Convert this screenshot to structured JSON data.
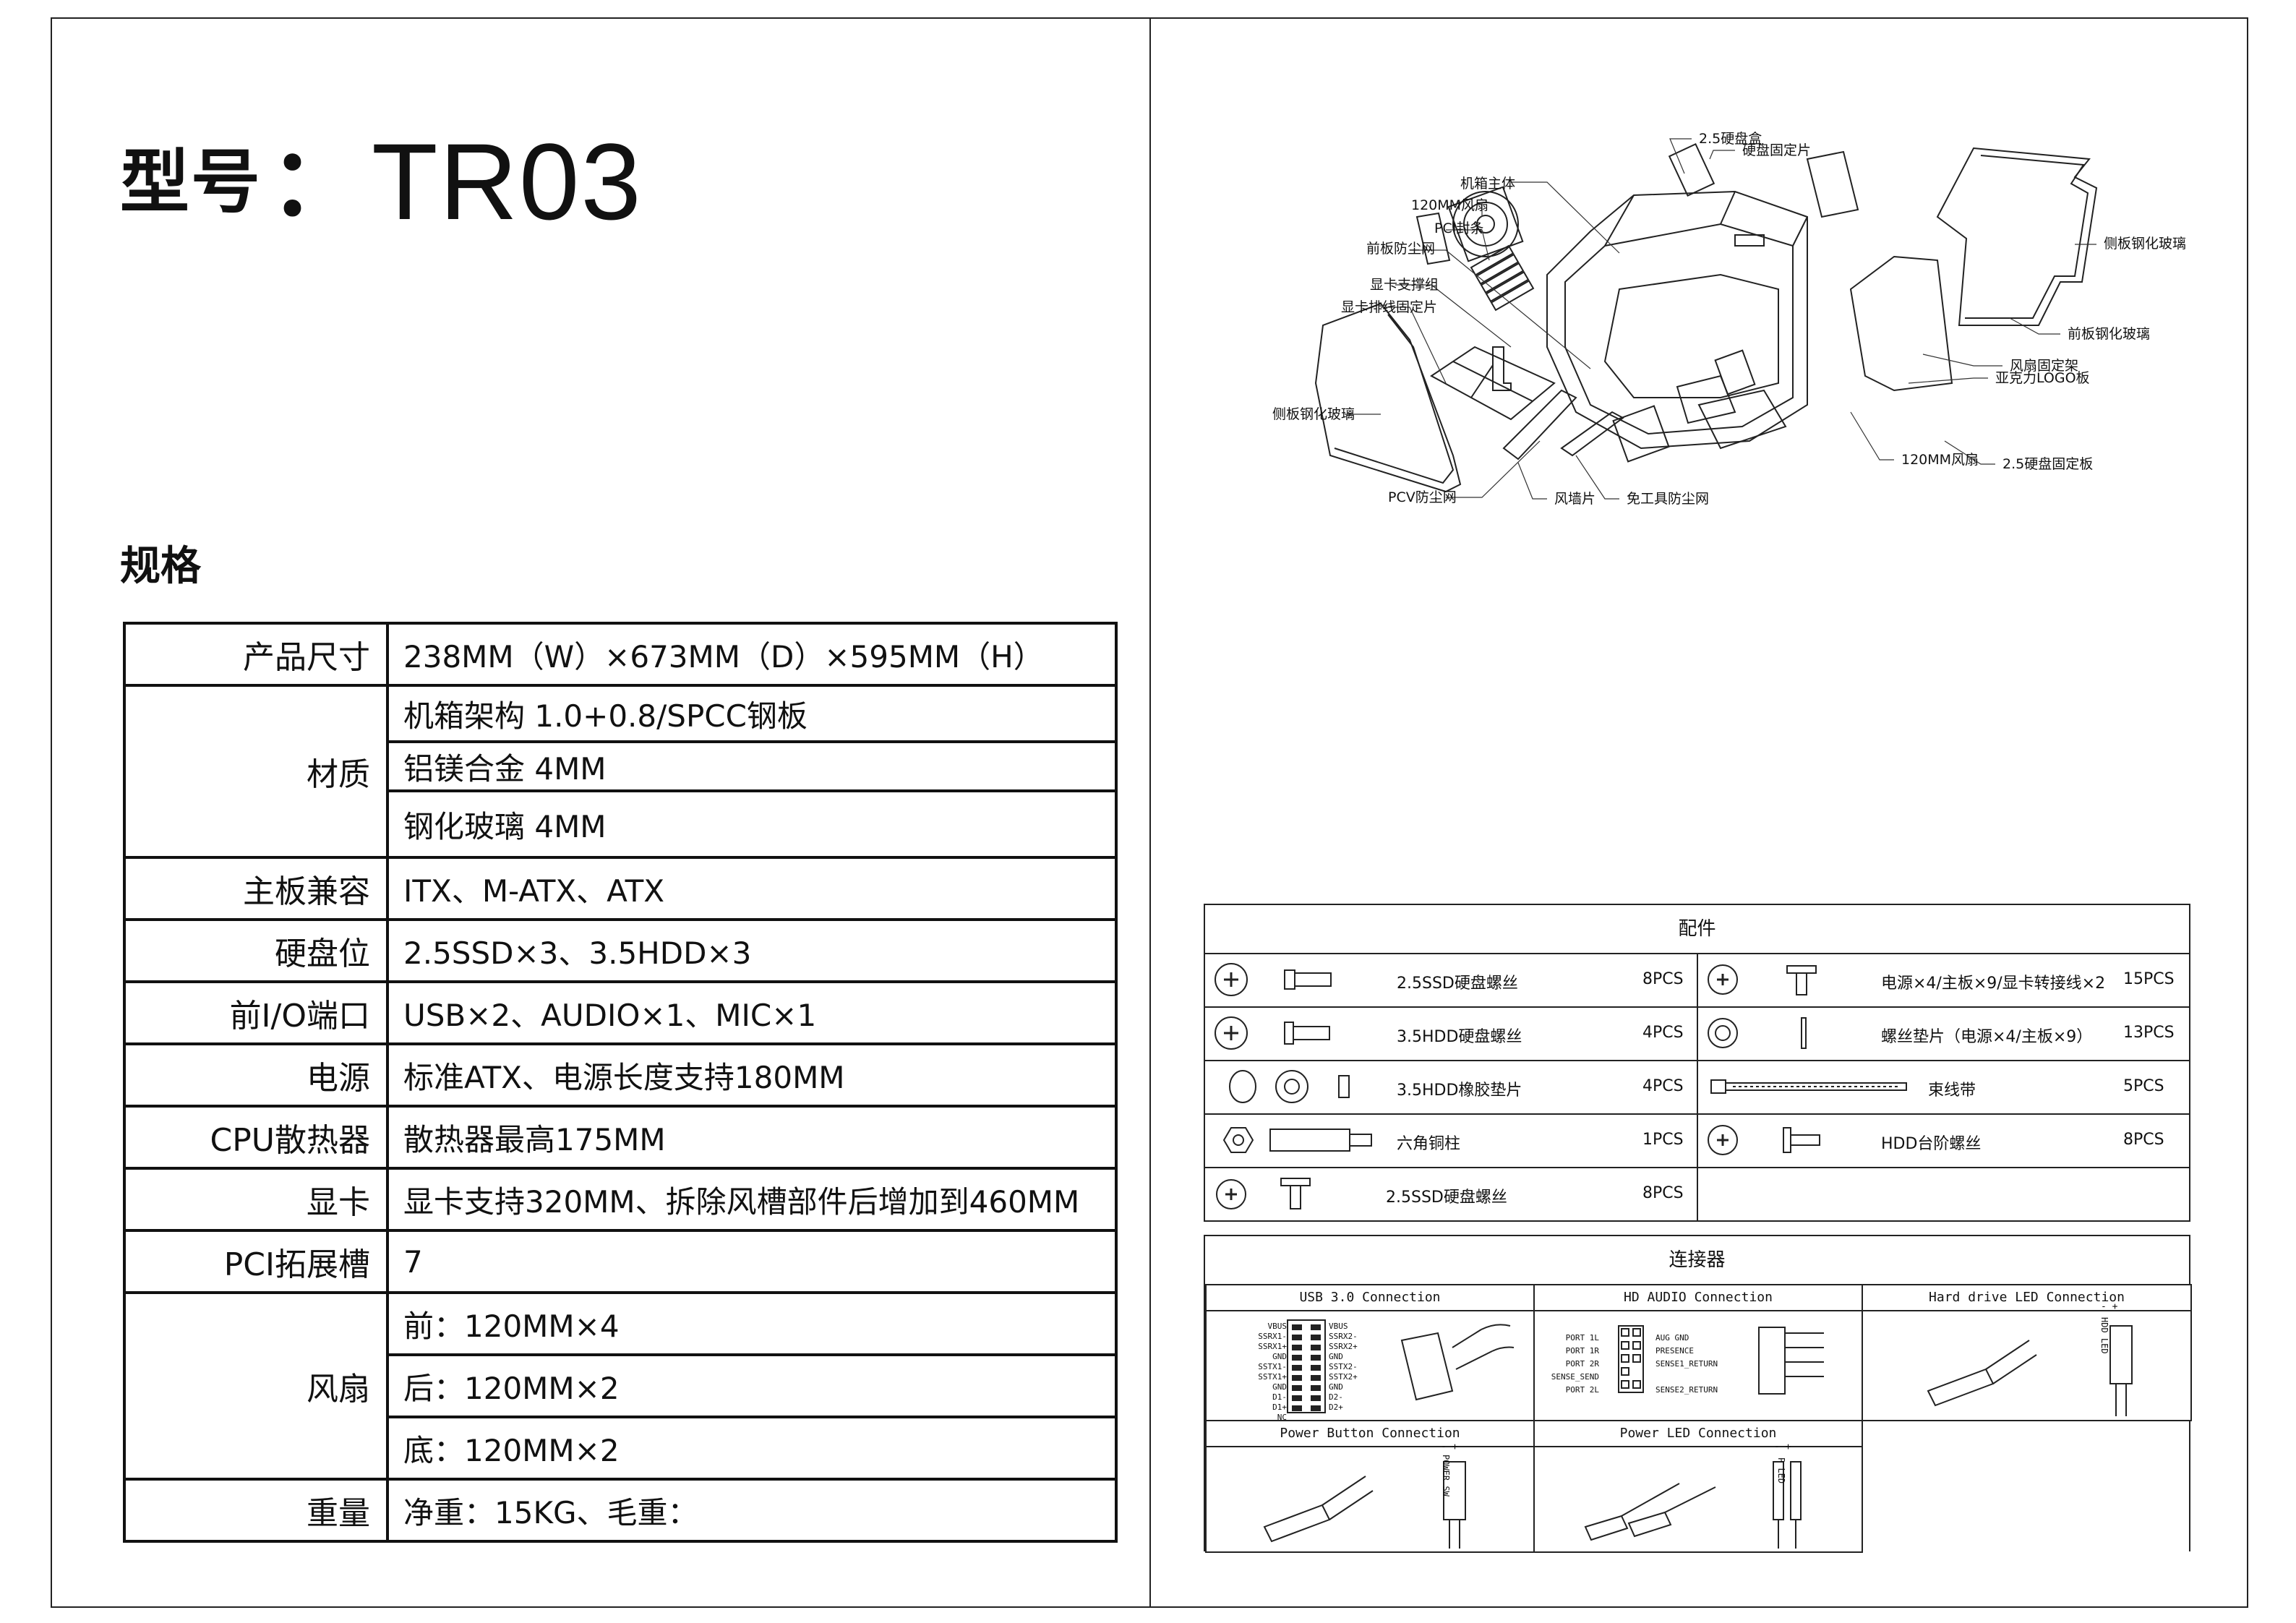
{
  "title": {
    "label": "型号",
    "colon": "：",
    "model": "TR03"
  },
  "spec_heading": "规格",
  "specs": {
    "size": {
      "key": "产品尺寸",
      "value": "238MM（W）×673MM（D）×595MM（H）"
    },
    "material": {
      "key": "材质",
      "values": [
        "机箱架构 1.0+0.8/SPCC钢板",
        "铝镁合金 4MM",
        "钢化玻璃 4MM"
      ]
    },
    "mobo": {
      "key": "主板兼容",
      "value": "ITX、M-ATX、ATX"
    },
    "drives": {
      "key": "硬盘位",
      "value": "2.5SSD×3、3.5HDD×3"
    },
    "io": {
      "key": "前I/O端口",
      "value": "USB×2、AUDIO×1、MIC×1"
    },
    "psu": {
      "key": "电源",
      "value": "标准ATX、电源长度支持180MM"
    },
    "cooler": {
      "key": "CPU散热器",
      "value": "散热器最高175MM"
    },
    "gpu": {
      "key": "显卡",
      "value": "显卡支持320MM、拆除风槽部件后增加到460MM"
    },
    "pci": {
      "key": "PCI拓展槽",
      "value": "7"
    },
    "fans": {
      "key": "风扇",
      "values": [
        "前：120MM×4",
        "后：120MM×2",
        "底：120MM×2"
      ]
    },
    "weight": {
      "key": "重量",
      "value": "净重：15KG、毛重："
    }
  },
  "diagram_labels": {
    "main_chassis": "机箱主体",
    "ssd_box": "2.5硬盘盒",
    "hdd_bracket": "硬盘固定片",
    "fan_120_top": "120MM风扇",
    "pci_cover": "PCI封条",
    "front_dust": "前板防尘网",
    "side_glass_right": "侧板钢化玻璃",
    "gpu_support": "显卡支撑组",
    "gpu_cable_bracket": "显卡排线固定片",
    "front_glass": "前板钢化玻璃",
    "fan_bracket": "风扇固定架",
    "acrylic_logo": "亚克力LOGO板",
    "side_glass_left": "侧板钢化玻璃",
    "fan_120_bottom": "120MM风扇",
    "ssd_plate": "2.5硬盘固定板",
    "pcv_dust": "PCV防尘网",
    "air_duct": "风墙片",
    "toolless_dust": "免工具防尘网"
  },
  "accessories": {
    "heading": "配件",
    "left": [
      {
        "name": "2.5SSD硬盘螺丝",
        "qty": "8PCS"
      },
      {
        "name": "3.5HDD硬盘螺丝",
        "qty": "4PCS"
      },
      {
        "name": "3.5HDD橡胶垫片",
        "qty": "4PCS"
      },
      {
        "name": "六角铜柱",
        "qty": "1PCS"
      },
      {
        "name": "2.5SSD硬盘螺丝",
        "qty": "8PCS"
      }
    ],
    "right": [
      {
        "name": "电源×4/主板×9/显卡转接线×2",
        "qty": "15PCS"
      },
      {
        "name": "螺丝垫片（电源×4/主板×9）",
        "qty": "13PCS"
      },
      {
        "name": "束线带",
        "qty": "5PCS"
      },
      {
        "name": "HDD台阶螺丝",
        "qty": "8PCS"
      }
    ]
  },
  "connectors": {
    "heading": "连接器",
    "usb": {
      "title": "USB 3.0 Connection",
      "left_pins": [
        "VBUS",
        "SSRX1-",
        "SSRX1+",
        "GND",
        "SSTX1-",
        "SSTX1+",
        "GND",
        "D1-",
        "D1+",
        "NC"
      ],
      "right_pins": [
        "VBUS",
        "SSRX2-",
        "SSRX2+",
        "GND",
        "SSTX2-",
        "SSTX2+",
        "GND",
        "D2-",
        "D2+"
      ]
    },
    "audio": {
      "title": "HD AUDIO Connection",
      "left_pins": [
        "PORT 1L",
        "PORT 1R",
        "PORT 2R",
        "SENSE_SEND",
        "PORT 2L"
      ],
      "right_pins": [
        "AUG GND",
        "PRESENCE",
        "SENSE1_RETURN",
        "",
        "SENSE2_RETURN"
      ]
    },
    "hdd_led": {
      "title": "Hard drive LED Connection",
      "plug_text": "HDD LED",
      "pol": "- +"
    },
    "power_btn": {
      "title": "Power Button Connection",
      "plug_text": "POWER SW",
      "pol": "- +"
    },
    "power_led": {
      "title": "Power LED Connection",
      "plug_text": "P LED",
      "pol": "- +"
    }
  }
}
